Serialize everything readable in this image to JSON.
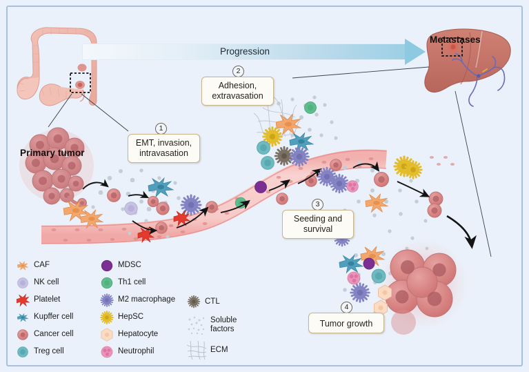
{
  "figure": {
    "background_color": "#eaf1fa",
    "border_color": "#a9c0dd"
  },
  "progression": {
    "label": "Progression",
    "start_color": "#f4f8fc",
    "end_color": "#8ec9e2"
  },
  "organs": {
    "colon_label": "",
    "liver_label": "Metastases",
    "primary_tumor_label": "Primary tumor"
  },
  "steps": [
    {
      "number": "1",
      "label": "EMT,  invasion,\nintravasation"
    },
    {
      "number": "2",
      "label": "Adhesion,\nextravasation"
    },
    {
      "number": "3",
      "label": "Seeding and\nsurvival"
    },
    {
      "number": "4",
      "label": "Tumor growth"
    }
  ],
  "legend": {
    "columns": [
      {
        "items": [
          {
            "label": "CAF",
            "icon": "caf-star-icon",
            "color": "#f0a26a"
          },
          {
            "label": "NK cell",
            "icon": "nk-cell-icon",
            "color": "#c3bede"
          },
          {
            "label": "Platelet",
            "icon": "platelet-star-icon",
            "color": "#e03a2f"
          },
          {
            "label": "Kupffer cell",
            "icon": "kupffer-cell-icon",
            "color": "#4a9fbf"
          },
          {
            "label": "Cancer cell",
            "icon": "cancer-cell-icon",
            "color": "#cf6b63"
          },
          {
            "label": "Treg cell",
            "icon": "treg-cell-icon",
            "color": "#68b5bd"
          }
        ]
      },
      {
        "items": [
          {
            "label": "MDSC",
            "icon": "mdsc-icon",
            "color": "#7b2f91"
          },
          {
            "label": "Th1 cell",
            "icon": "th1-cell-icon",
            "color": "#5cb98a"
          },
          {
            "label": "M2 macrophage",
            "icon": "m2-macrophage-icon",
            "color": "#7d7cc0"
          },
          {
            "label": "HepSC",
            "icon": "hepsc-icon",
            "color": "#e0b827"
          },
          {
            "label": "Hepatocyte",
            "icon": "hepatocyte-icon",
            "color": "#f9d9c0"
          },
          {
            "label": "Neutrophil",
            "icon": "neutrophil-icon",
            "color": "#e892b8"
          }
        ]
      },
      {
        "items": [
          {
            "label": "CTL",
            "icon": "ctl-icon",
            "color": "#6b6257"
          },
          {
            "label": "Soluble\nfactors",
            "icon": "soluble-factors-icon",
            "color": "#c7cfd8"
          },
          {
            "label": "ECM",
            "icon": "ecm-icon",
            "color": "#b9bfcb"
          }
        ]
      }
    ]
  },
  "palette": {
    "vessel_fill": "#f6c3c0",
    "vessel_edge": "#e79a99",
    "tumor_pink": "#da9193",
    "tumor_dark": "#b65f63",
    "liver_body": "#c9776a",
    "liver_vein": "#6a6ab5",
    "colon_body": "#f0b8ae",
    "soluble_dot": "#c3ccd6",
    "arrow_black": "#1a1a1a",
    "leader_line": "#3b4550"
  }
}
